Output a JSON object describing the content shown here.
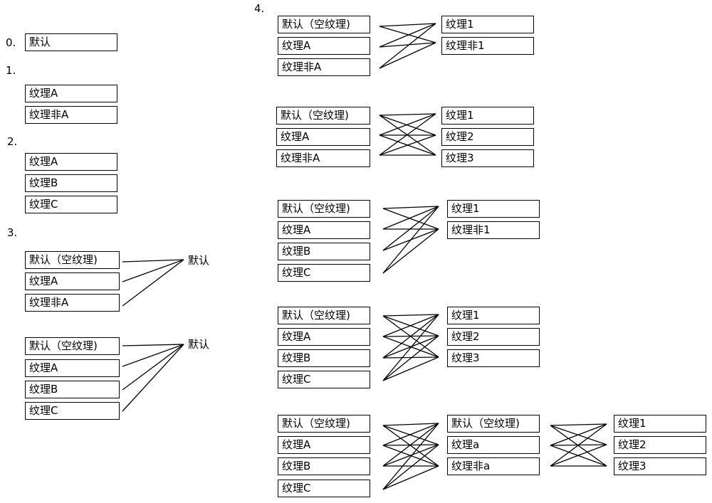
{
  "steps": {
    "s0": {
      "number": "0.",
      "box": "默认"
    },
    "s1": {
      "number": "1.",
      "boxes": [
        "纹理A",
        "纹理非A"
      ]
    },
    "s2": {
      "number": "2.",
      "boxes": [
        "纹理A",
        "纹理B",
        "纹理C"
      ]
    },
    "s3": {
      "number": "3.",
      "groupA": {
        "boxes": [
          "默认（空纹理)",
          "纹理A",
          "纹理非A"
        ],
        "target": "默认"
      },
      "groupB": {
        "boxes": [
          "默认（空纹理)",
          "纹理A",
          "纹理B",
          "纹理C"
        ],
        "target": "默认"
      }
    },
    "s4": {
      "number": "4.",
      "d1": {
        "left": [
          "默认（空纹理)",
          "纹理A",
          "纹理非A"
        ],
        "right": [
          "纹理1",
          "纹理非1"
        ]
      },
      "d2": {
        "left": [
          "默认（空纹理)",
          "纹理A",
          "纹理非A"
        ],
        "right": [
          "纹理1",
          "纹理2",
          "纹理3"
        ]
      },
      "d3": {
        "left": [
          "默认（空纹理)",
          "纹理A",
          "纹理B",
          "纹理C"
        ],
        "right": [
          "纹理1",
          "纹理非1"
        ]
      },
      "d4": {
        "left": [
          "默认（空纹理)",
          "纹理A",
          "纹理B",
          "纹理C"
        ],
        "right": [
          "纹理1",
          "纹理2",
          "纹理3"
        ]
      },
      "d5": {
        "left": [
          "默认（空纹理)",
          "纹理A",
          "纹理B",
          "纹理C"
        ],
        "middle": [
          "默认（空纹理)",
          "纹理a",
          "纹理非a"
        ],
        "right": [
          "纹理1",
          "纹理2",
          "纹理3"
        ]
      }
    }
  }
}
